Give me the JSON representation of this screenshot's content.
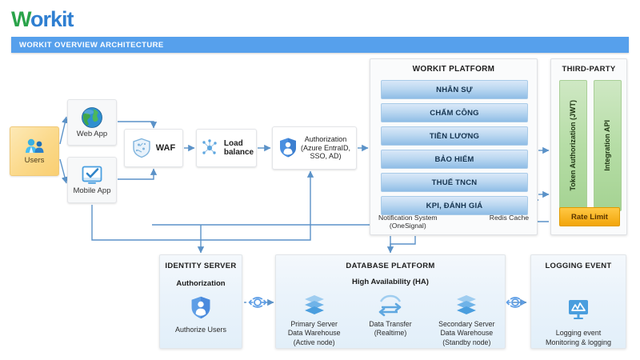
{
  "header": {
    "logo_text_part1": "W",
    "logo_text_part2": "orkit",
    "title": "WORKIT OVERVIEW ARCHITECTURE",
    "title_bar_color": "#56a0ec",
    "logo_green": "#2aa34a",
    "logo_blue": "#2f7fd1"
  },
  "flow": {
    "users": {
      "label": "Users",
      "icon": "users-icon",
      "color": "#fbd98a"
    },
    "web_app": {
      "label": "Web App",
      "icon": "globe-icon"
    },
    "mobile_app": {
      "label": "Mobile App",
      "icon": "tablet-check-icon"
    },
    "waf": {
      "label": "WAF",
      "icon": "shield-waf-icon"
    },
    "load_balance": {
      "label": "Load\nbalance",
      "line1": "Load",
      "line2": "balance",
      "icon": "network-hub-icon"
    },
    "authorization": {
      "line1": "Authorization",
      "line2": "(Azure EntraID,",
      "line3": "SSO, AD)",
      "icon": "shield-user-icon"
    }
  },
  "platform": {
    "title": "WORKIT PLATFORM",
    "modules": [
      "NHÂN SỰ",
      "CHẤM CÔNG",
      "TIỀN LƯƠNG",
      "BẢO HIỂM",
      "THUẾ TNCN",
      "KPI, ĐÁNH GIÁ"
    ],
    "footer": {
      "notification_line1": "Notification System",
      "notification_line2": "(OneSignal)",
      "redis": "Redis Cache"
    },
    "module_color": "#8fbde6"
  },
  "third_party": {
    "title": "THIRD-PARTY",
    "columns": [
      {
        "line1": "Token Authorization",
        "line2": "(JWT)",
        "text": "Token Authorization (JWT)"
      },
      {
        "line1": "Integration API",
        "line2": "",
        "text": "Integration API"
      }
    ],
    "rate_limit": "Rate Limit",
    "column_color": "#a5d393",
    "rate_limit_color": "#f2a50a"
  },
  "identity_server": {
    "title": "IDENTITY SERVER",
    "subtitle": "Authorization",
    "icon": "shield-user-icon",
    "caption": "Authorize Users"
  },
  "database_platform": {
    "title": "DATABASE PLATFORM",
    "subtitle": "High Availability (HA)",
    "items": [
      {
        "icon": "database-stack-icon",
        "line1": "Primary Server",
        "line2": "Data Warehouse",
        "line3": "(Active node)"
      },
      {
        "icon": "sync-arrows-icon",
        "line1": "Data Transfer",
        "line2": "(Realtime)",
        "line3": ""
      },
      {
        "icon": "database-stack-icon",
        "line1": "Secondary Server",
        "line2": "Data Warehouse",
        "line3": "(Standby node)"
      }
    ]
  },
  "logging_event": {
    "title": "LOGGING EVENT",
    "icon": "monitor-chart-icon",
    "caption_line1": "Logging event",
    "caption_line2": "Monitoring & logging"
  },
  "connectors": {
    "sync_icon": "bidirectional-sync-icon",
    "line_color": "#5b92c8"
  }
}
